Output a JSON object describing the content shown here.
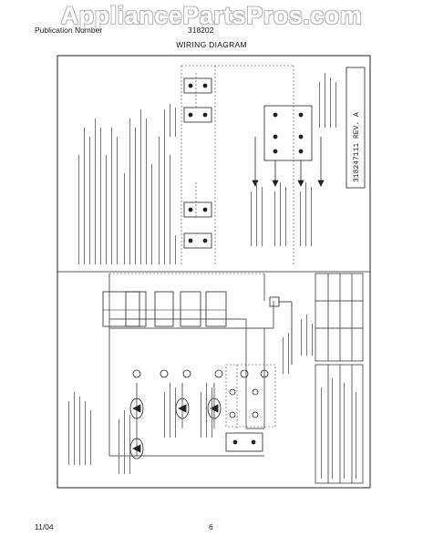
{
  "watermark": "AppliancePartsPros.com",
  "header": {
    "left": "Publication Number",
    "center": "318202"
  },
  "title": "WIRING DIAGRAM",
  "footer": {
    "date": "11/04",
    "page": "6"
  },
  "diagram": {
    "part_number": "318247111 REV. A"
  }
}
